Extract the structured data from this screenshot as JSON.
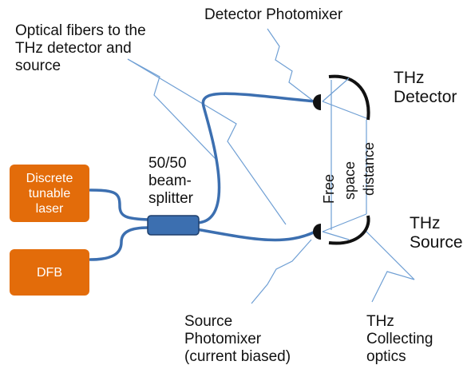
{
  "labels": {
    "detector_photomixer": "Detector Photomixer",
    "optical_fibers": "Optical fibers to the\nTHz detector and\nsource",
    "thz_detector": "THz\nDetector",
    "thz_source": "THz\nSource",
    "beamsplitter": "50/50\nbeam-\nsplitter",
    "source_photomixer": "Source\nPhotomixer\n(current biased)",
    "collecting_optics": "THz\nCollecting\noptics",
    "free_space_1": "Free",
    "free_space_2": "space",
    "free_space_3": "distance"
  },
  "boxes": {
    "discrete_laser": "Discrete\ntunable\nlaser",
    "dfb": "DFB"
  },
  "colors": {
    "box_fill": "#e36c0a",
    "fiber": "#3c6fb0",
    "pointer": "#6f9fd4",
    "optic": "#111111",
    "beamsplitter": "#3c6fb0"
  }
}
